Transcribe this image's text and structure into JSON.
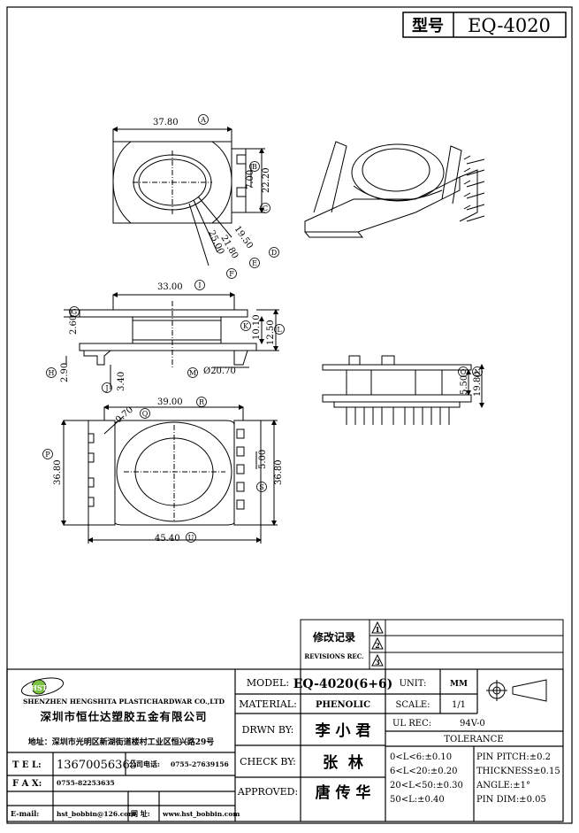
{
  "header": {
    "type_label": "型号",
    "model": "EQ-4020"
  },
  "dimensions": {
    "d_A": "37.80",
    "c_A": "A",
    "d_B": "7.00",
    "c_B": "B",
    "d_C": "22.20",
    "c_C": "C",
    "d_D": "19.50",
    "c_D": "D",
    "d_E": "21.80",
    "c_E": "E",
    "d_F": "25.00",
    "c_F": "F",
    "d_I": "33.00",
    "c_I": "I",
    "d_G": "2.60",
    "c_G": "G",
    "d_K": "10.10",
    "c_K": "K",
    "d_L": "12.50",
    "c_L": "L",
    "d_H": "2.90",
    "c_H": "H",
    "d_J": "3.40",
    "c_J": "J",
    "d_M": "Ø20.70",
    "c_M": "M",
    "d_R": "39.00",
    "c_R": "R",
    "d_Q": "0.70",
    "c_Q": "Q",
    "d_P": "36.80",
    "c_P": "P",
    "d_pitch": "5.00",
    "d_S": "36.80",
    "c_S": "S",
    "d_U": "45.40",
    "c_U": "U",
    "d_O": "5.50",
    "c_O": "O",
    "d_N": "19.80",
    "c_N": "N"
  },
  "revisions": {
    "title_cn": "修改记录",
    "title_en": "REVISIONS REC.",
    "marks": [
      "1",
      "2",
      "3"
    ]
  },
  "company": {
    "logo": "HST",
    "name_en": "SHENZHEN HENGSHITA PLASTICHARDWAR CO.,LTD",
    "name_cn": "深圳市恒仕达塑胶五金有限公司",
    "address": "地址：深圳市光明区新湖街道楼村工业区恒兴路29号",
    "tel_label": "T E L:",
    "tel": "13670056365",
    "company_phone_label": "公司电话:",
    "company_phone": "0755-27639156",
    "fax_label": "F A X:",
    "fax": "0755-82253635",
    "email_label": "E-mail:",
    "email": "hst_bobbin@126.com",
    "web_label": "网 址:",
    "web": "www.hst_bobbin.com"
  },
  "titleblock": {
    "model_label": "MODEL:",
    "model_value": "EQ-4020(6+6)",
    "material_label": "MATERIAL:",
    "material_value": "PHENOLIC",
    "drawn_label": "DRWN BY:",
    "drawn_value": "李 小 君",
    "check_label": "CHECK BY:",
    "check_value": "张  林",
    "approved_label": "APPROVED:",
    "approved_value": "唐 传 华",
    "unit_label": "UNIT:",
    "unit_value": "MM",
    "scale_label": "SCALE:",
    "scale_value": "1/1",
    "ul_label": "UL REC:",
    "ul_value": "94V-0",
    "tolerance_label": "TOLERANCE",
    "tol1": "0<L<6:±0.10",
    "tol2": "6<L<20:±0.20",
    "tol3": "20<L<50:±0.30",
    "tol4": "50<L:±0.40",
    "pin_pitch": "PIN PITCH:±0.2",
    "thickness": "THICKNESS±0.15",
    "angle": "ANGLE:±1°",
    "pin_dim": "PIN DIM:±0.05"
  }
}
